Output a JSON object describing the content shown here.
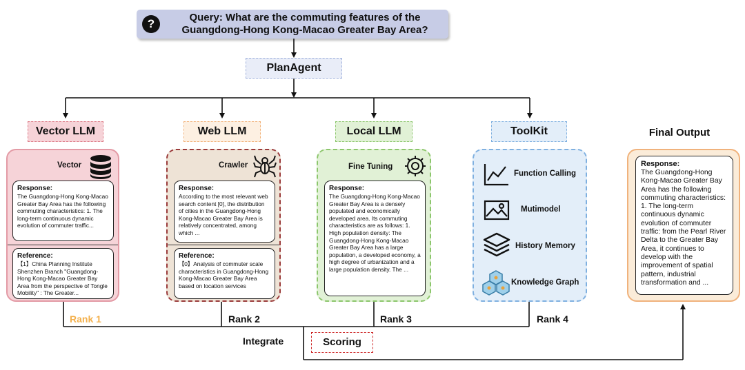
{
  "query": {
    "icon": "question-icon",
    "line1": "Query: What are the commuting features of the",
    "line2": "Guangdong-Hong Kong-Macao Greater Bay Area?"
  },
  "plan_agent": "PlanAgent",
  "branches": {
    "vector": {
      "label": "Vector LLM",
      "title": "Vector",
      "icon": "database-icon",
      "response_heading": "Response:",
      "response_text": "The Guangdong-Hong Kong-Macao Greater Bay Area has the following commuting characteristics: 1. The long-term continuous dynamic evolution of commuter traffic...",
      "reference_heading": "Reference:",
      "reference_text": "【1】China Planning Institute Shenzhen Branch \"Guangdong-Hong Kong-Macao Greater Bay Area from the perspective of Tongle Mobility\" : The Greater...",
      "rank": "Rank 1"
    },
    "web": {
      "label": "Web LLM",
      "title": "Crawler",
      "icon": "spider-icon",
      "response_heading": "Response:",
      "response_text": "According to the most relevant web search content [0], the distribution of cities in the Guangdong-Hong Kong-Macao Greater Bay Area is relatively concentrated, among which ...",
      "reference_heading": "Reference:",
      "reference_text": "【0】Analysis of commuter scale characteristics in Guangdong-Hong Kong-Macao Greater Bay Area based on location services",
      "rank": "Rank 2"
    },
    "local": {
      "label": "Local LLM",
      "title": "Fine Tuning",
      "icon": "gear-brain-icon",
      "response_heading": "Response:",
      "response_text": "The Guangdong-Hong Kong-Macao Greater Bay Area is a densely populated and economically developed area. Its commuting characteristics are as follows: 1. High population density: The Guangdong-Hong Kong-Macao Greater Bay Area has a large population, a developed economy, a high degree of urbanization and a large population density. The ...",
      "rank": "Rank 3"
    },
    "toolkit": {
      "label": "ToolKit",
      "rank": "Rank 4",
      "tools": [
        {
          "icon": "line-chart-icon",
          "label": "Function Calling"
        },
        {
          "icon": "image-icon",
          "label": "Mutimodel"
        },
        {
          "icon": "layers-icon",
          "label": "History Memory"
        },
        {
          "icon": "knowledge-graph-icon",
          "label": "Knowledge Graph"
        }
      ]
    }
  },
  "integrate": "Integrate",
  "scoring": "Scoring",
  "final": {
    "title": "Final Output",
    "response_heading": "Response:",
    "response_text": "The Guangdong-Hong Kong-Macao Greater Bay Area has the following commuting characteristics: 1. The long-term continuous dynamic evolution of commuter traffic: from the Pearl River Delta to the Greater Bay Area, it continues to develop with the improvement of spatial pattern, industrial transformation and ..."
  },
  "colors": {
    "query_bg": "#c7cce6",
    "vector": "#f6d3d8",
    "web": "#eee3d6",
    "local": "#e1f1d6",
    "toolkit": "#e3eef9",
    "final": "#fbecd9",
    "rank1": "#f3b04c",
    "scoring": "#cc2222"
  }
}
